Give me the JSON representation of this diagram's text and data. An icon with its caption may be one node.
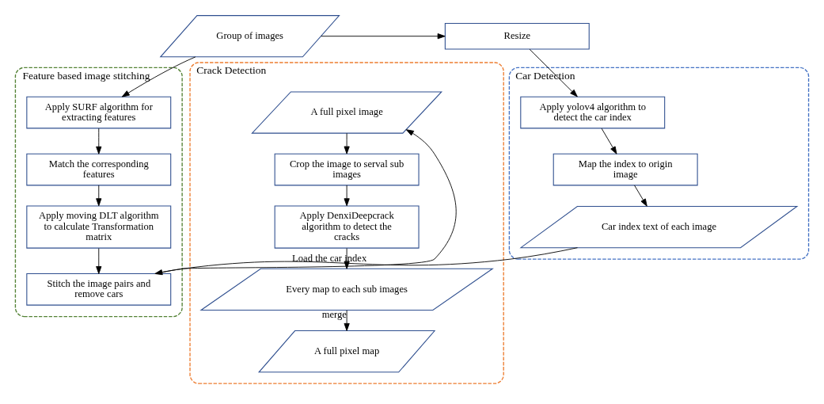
{
  "diagram": {
    "nodes": [
      {
        "text": [
          "Group of images"
        ]
      },
      {
        "text": [
          "Resize"
        ]
      },
      {
        "text": [
          "Feature based image stitching"
        ]
      },
      {
        "text": [
          "Apply SURF algorithm for extracting features"
        ],
        "in": 2
      },
      {
        "text": [
          "Match the corresponding features"
        ],
        "in": 2
      },
      {
        "text": [
          "Apply moving DLT algorithm to calculate Transformation matrix"
        ],
        "in": 2
      },
      {
        "text": [
          "Stitch the image pairs and remove cars"
        ],
        "in": 2
      },
      {
        "text": [
          "Car Detection"
        ]
      },
      {
        "text": [
          "Apply yolov4 algorithm to detect the car index"
        ],
        "in": 7
      },
      {
        "text": [
          "Map the index to origin image"
        ],
        "in": 7
      },
      {
        "text": [
          "Car index text of each image"
        ],
        "in": 7
      },
      {
        "text": [
          "Crack Detection"
        ]
      },
      {
        "text": [
          "A full pixel image"
        ],
        "in": 11
      },
      {
        "text": [
          "Crop the image to serval sub images"
        ],
        "in": 11
      },
      {
        "text": [
          "Apply DenxiDeepcrack algorithm to detect the cracks"
        ],
        "in": 11
      },
      {
        "text": [
          "Every map to each sub images"
        ],
        "in": 11
      },
      {
        "text": [
          "A full pixel map"
        ],
        "in": 11
      }
    ],
    "edges": [
      {
        "from": 0,
        "to": 1,
        "arrow": "to"
      },
      {
        "from": 0,
        "to": 3,
        "arrow": "to"
      },
      {
        "from": 3,
        "to": 4,
        "arrow": "to"
      },
      {
        "from": 4,
        "to": 5,
        "arrow": "to"
      },
      {
        "from": 5,
        "to": 6,
        "arrow": "to"
      },
      {
        "from": 1,
        "to": 8,
        "arrow": "to"
      },
      {
        "from": 8,
        "to": 9,
        "arrow": "to"
      },
      {
        "from": 9,
        "to": 10,
        "arrow": "to"
      },
      {
        "from": 10,
        "to": 6,
        "arrow": "to",
        "label": "Load the car index"
      },
      {
        "from": 6,
        "to": 12,
        "arrow": "to"
      },
      {
        "from": 12,
        "to": 13,
        "arrow": "to"
      },
      {
        "from": 13,
        "to": 14,
        "arrow": "to"
      },
      {
        "from": 14,
        "to": 15,
        "arrow": "to"
      },
      {
        "from": 15,
        "to": 16,
        "arrow": "to",
        "label": "merge"
      }
    ]
  }
}
